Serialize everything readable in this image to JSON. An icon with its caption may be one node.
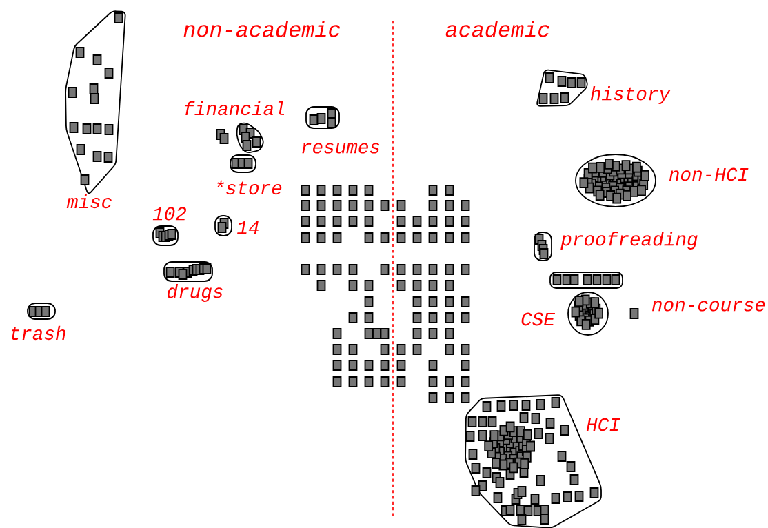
{
  "diagram": {
    "nodes": [
      {
        "text": [
          "misc"
        ]
      },
      {
        "text": [
          "financial"
        ]
      },
      {
        "text": [
          "resumes"
        ]
      },
      {
        "text": [
          "*store"
        ]
      },
      {
        "text": [
          "history"
        ]
      },
      {
        "text": [
          "non-HCI"
        ]
      },
      {
        "text": [
          "102"
        ]
      },
      {
        "text": [
          "14"
        ]
      },
      {
        "text": [
          "proofreading"
        ]
      },
      {
        "text": [
          "drugs"
        ]
      },
      {
        "text": [],
        "shape": "box"
      },
      {
        "text": [
          "trash"
        ]
      },
      {
        "text": [
          "CSE"
        ]
      },
      {
        "text": [
          "non-course"
        ]
      },
      {
        "text": [
          "HCI"
        ]
      }
    ],
    "edges": [],
    "labels": [
      "non-academic",
      "academic"
    ]
  }
}
